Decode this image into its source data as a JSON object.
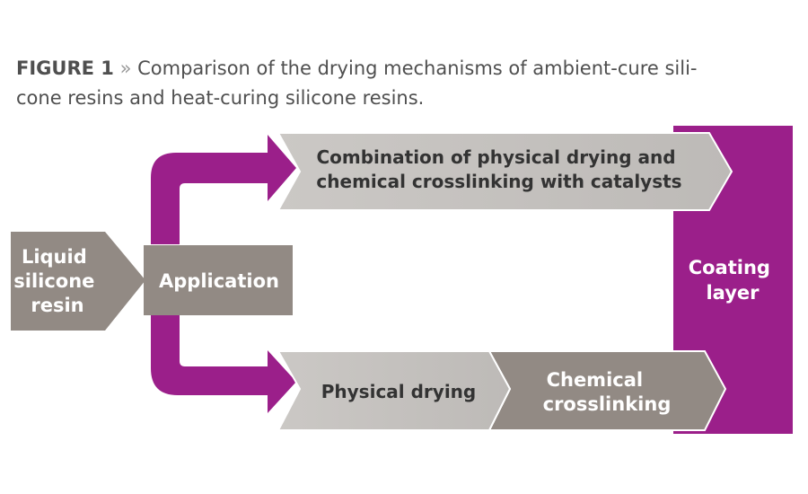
{
  "caption": {
    "figure_label": "FIGURE 1",
    "separator": "»",
    "text_line1": "Comparison of the drying mechanisms of ambient-cure sili-",
    "text_line2": "cone resins and heat-curing silicone resins."
  },
  "diagram": {
    "input": [
      "Liquid",
      "silicone",
      "resin"
    ],
    "application": "Application",
    "top_path": [
      "Combination of physical drying and",
      "chemical crosslinking with catalysts"
    ],
    "bottom_step1": "Physical drying",
    "bottom_step2": [
      "Chemical",
      "crosslinking"
    ],
    "output": [
      "Coating",
      "layer"
    ]
  },
  "colors": {
    "purple": "#9b1f8a",
    "dark_gray": "#8f8781",
    "light_gray": "#c5c2bf",
    "caption_text": "#4f4f4f"
  }
}
